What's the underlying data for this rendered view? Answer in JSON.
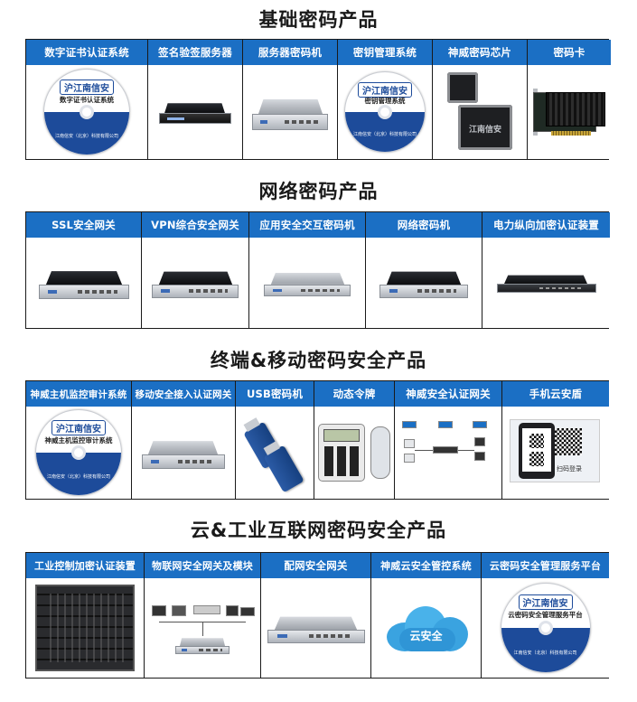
{
  "sections": [
    {
      "title": "基础密码产品",
      "products": [
        {
          "name": "数字证书认证系统",
          "disc_logo": "沪江南信安",
          "disc_label": "数字证书认证系统",
          "disc_company": "江南信安（北京）科技有限公司"
        },
        {
          "name": "签名验签服务器"
        },
        {
          "name": "服务器密码机"
        },
        {
          "name": "密钥管理系统",
          "disc_logo": "沪江南信安",
          "disc_label": "密钥管理系统",
          "disc_company": "江南信安（北京）科技有限公司"
        },
        {
          "name": "神威密码芯片",
          "chip_label": "江南信安"
        },
        {
          "name": "密码卡"
        }
      ]
    },
    {
      "title": "网络密码产品",
      "products": [
        {
          "name": "SSL安全网关"
        },
        {
          "name": "VPN综合安全网关"
        },
        {
          "name": "应用安全交互密码机"
        },
        {
          "name": "网络密码机"
        },
        {
          "name": "电力纵向加密认证装置"
        }
      ]
    },
    {
      "title": "终端&移动密码安全产品",
      "products": [
        {
          "name": "神威主机监控审计系统",
          "disc_logo": "沪江南信安",
          "disc_label": "神威主机监控审计系统",
          "disc_company": "江南信安（北京）科技有限公司"
        },
        {
          "name": "移动安全接入认证网关"
        },
        {
          "name": "USB密码机"
        },
        {
          "name": "动态令牌"
        },
        {
          "name": "神威安全认证网关"
        },
        {
          "name": "手机云安盾",
          "phone_label": "扫码登录"
        }
      ]
    },
    {
      "title": "云&工业互联网密码安全产品",
      "products": [
        {
          "name": "工业控制加密认证装置"
        },
        {
          "name": "物联网安全网关及模块"
        },
        {
          "name": "配网安全网关"
        },
        {
          "name": "神威云安全管控系统",
          "cloud_label": "云安全"
        },
        {
          "name": "云密码安全管理服务平台",
          "disc_logo": "沪江南信安",
          "disc_label": "云密码安全管理服务平台",
          "disc_company": "江南信安（北京）科技有限公司"
        }
      ]
    }
  ],
  "colors": {
    "header_bg": "#1b6fc4",
    "disc_blue": "#1d4b9a",
    "cloud": "#3aa3e0"
  }
}
